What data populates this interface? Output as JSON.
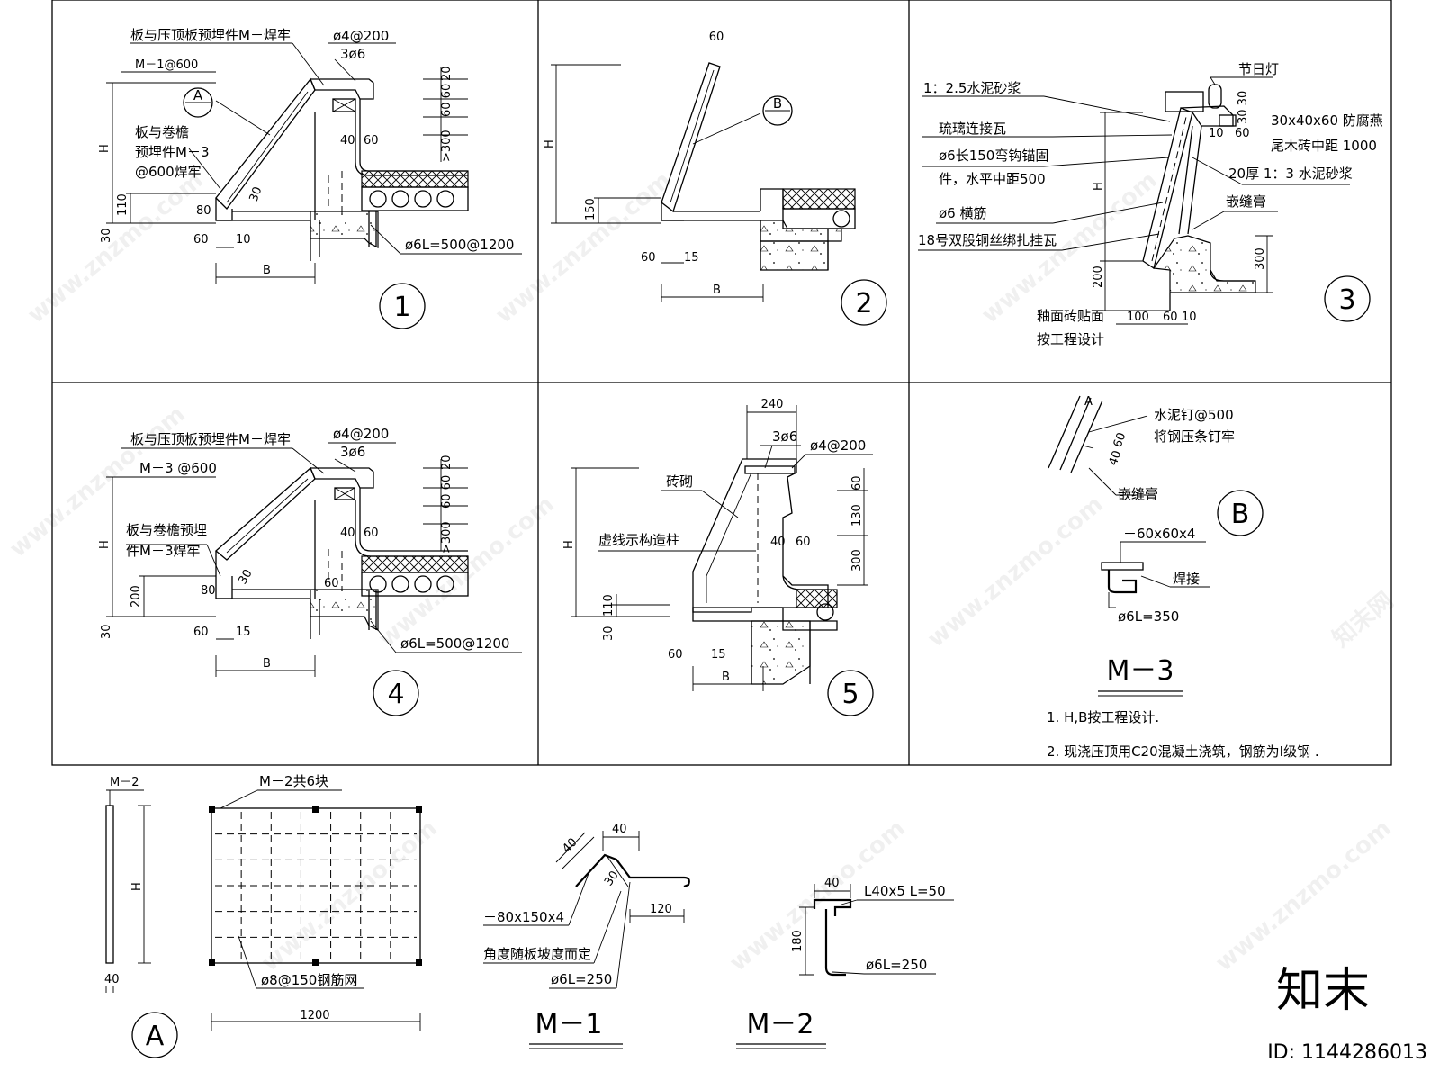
{
  "detail1": {
    "title_num": "1",
    "leader_top": "板与压顶板预埋件M－焊牢",
    "leader_m1": "M－1@600",
    "bubble": "A",
    "leader_left_1": "板与卷檐",
    "leader_left_2": "预埋件M－3",
    "leader_left_3": "@600焊牢",
    "rebar_top": "ø4@200",
    "rebar_3": "3ø6",
    "dim_h": "H",
    "dim_b": "B",
    "dim_80": "80",
    "dim_110": "110",
    "dim_30": "30",
    "dim_60": "60",
    "dim_10": "10",
    "dim_30s": "30",
    "dim_40": "40",
    "dim_60b": "60",
    "dim_20": "20",
    "dim_6060": "60 60",
    "dim_300": ">300",
    "anchor": "ø6L=500@1200"
  },
  "detail2": {
    "title_num": "2",
    "top_dim": "60",
    "bubble": "B",
    "dim_h": "H",
    "dim_150": "150",
    "dim_60": "60",
    "dim_15": "15",
    "dim_b": "B"
  },
  "detail3": {
    "title_num": "3",
    "lamp": "节日灯",
    "l1": "1：2.5水泥砂浆",
    "l2": "琉璃连接瓦",
    "l3a": "ø6长150弯钩锚固",
    "l3b": "件，水平中距500",
    "l4": "ø6 横筋",
    "l5": "18号双股铜丝绑扎挂瓦",
    "r1": "30x40x60 防腐燕",
    "r2": "尾木砖中距 1000",
    "r3": "20厚 1：3 水泥砂浆",
    "r4": "嵌缝膏",
    "dim_3030": "30 30",
    "dim_10": "10",
    "dim_60": "60",
    "dim_h": "H",
    "dim_200": "200",
    "dim_300": "300",
    "dim_100": "100",
    "dim_60b": "60",
    "dim_10b": "10",
    "b1": "釉面砖贴面",
    "b2": "按工程设计"
  },
  "detail4": {
    "title_num": "4",
    "leader_top": "板与压顶板预埋件M－焊牢",
    "leader_m3": "M－3 @600",
    "leader_left_1": "板与卷檐预埋",
    "leader_left_2": "件M－3焊牢",
    "rebar_top": "ø4@200",
    "rebar_3": "3ø6",
    "dim_h": "H",
    "dim_b": "B",
    "dim_80": "80",
    "dim_200": "200",
    "dim_30": "30",
    "dim_60": "60",
    "dim_15": "15",
    "dim_30s": "30",
    "dim_40": "40",
    "dim_60b": "60",
    "dim_60c": "60",
    "dim_20": "20",
    "dim_6060": "60 60",
    "dim_300": ">300",
    "anchor": "ø6L=500@1200"
  },
  "detail5": {
    "title_num": "5",
    "dim_240": "240",
    "rebar_3": "3ø6",
    "rebar_top": "ø4@200",
    "brick": "砖砌",
    "dashed": "虚线示构造柱",
    "dim_h": "H",
    "dim_110": "110",
    "dim_30": "30",
    "dim_60": "60",
    "dim_15": "15",
    "dim_b": "B",
    "dim_40": "40",
    "dim_60b": "60",
    "dim_60c": "60",
    "dim_130": "130",
    "dim_300": "300"
  },
  "detailB": {
    "bubble": "B",
    "nail_1": "水泥钉@500",
    "nail_2": "将钢压条钉牢",
    "dim_60": "60",
    "dim_40": "40",
    "seal": "嵌缝膏",
    "a": "A"
  },
  "m3": {
    "plate": "－60x60x4",
    "weld": "焊接",
    "anchor": "ø6L=350",
    "title": "M－3"
  },
  "notes": {
    "n1": "1.  H,B按工程设计.",
    "n2": "2.  现浇压顶用C20混凝土浇筑，钢筋为Ⅰ级钢   ."
  },
  "m2plate": {
    "label_m2": "M－2",
    "dim_40": "40",
    "dim_h": "H",
    "label_count": "M－2共6块",
    "mesh": "ø8@150钢筋网",
    "dim_1200": "1200",
    "bubble": "A"
  },
  "m1": {
    "dim_40a": "40",
    "dim_40b": "40",
    "dim_30": "30",
    "dim_120": "120",
    "plate": "－80x150x4",
    "angle": "角度随板坡度而定",
    "anchor": "ø6L=250",
    "title": "M－1"
  },
  "m2": {
    "dim_40": "40",
    "angle": "L40x5  L=50",
    "dim_180": "180",
    "anchor": "ø6L=250",
    "title": "M－2"
  },
  "watermarks": {
    "site": "www.znzmo.com",
    "brand": "知末网",
    "logo": "知末",
    "id": "ID: 1144286013"
  }
}
